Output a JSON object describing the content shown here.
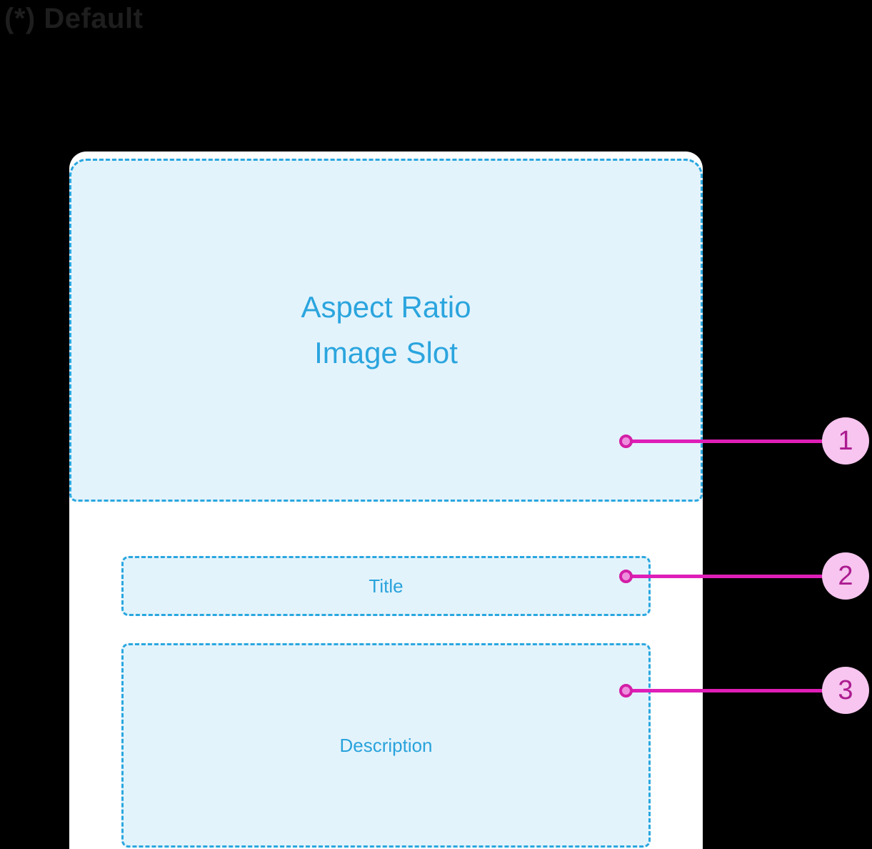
{
  "heading": {
    "title": "(*) Default"
  },
  "card": {
    "image_slot": {
      "line1": "Aspect Ratio",
      "line2": "Image Slot"
    },
    "title_slot": {
      "label": "Title"
    },
    "description_slot": {
      "label": "Description"
    }
  },
  "annotations": {
    "items": [
      {
        "number": "1"
      },
      {
        "number": "2"
      },
      {
        "number": "3"
      }
    ]
  },
  "colors": {
    "background": "#000000",
    "heading_text": "#1E1E1E",
    "card_background": "#FFFFFF",
    "slot_fill": "#E3F3FC",
    "slot_dashed_border": "#2AA7DF",
    "slot_text": "#2BA5DE",
    "callout_line": "#DF1EB7",
    "callout_dot_ring": "#D41FA6",
    "callout_dot_fill": "#EE8FDE",
    "badge_fill": "#F7C5EF",
    "badge_text": "#AC1B90"
  }
}
